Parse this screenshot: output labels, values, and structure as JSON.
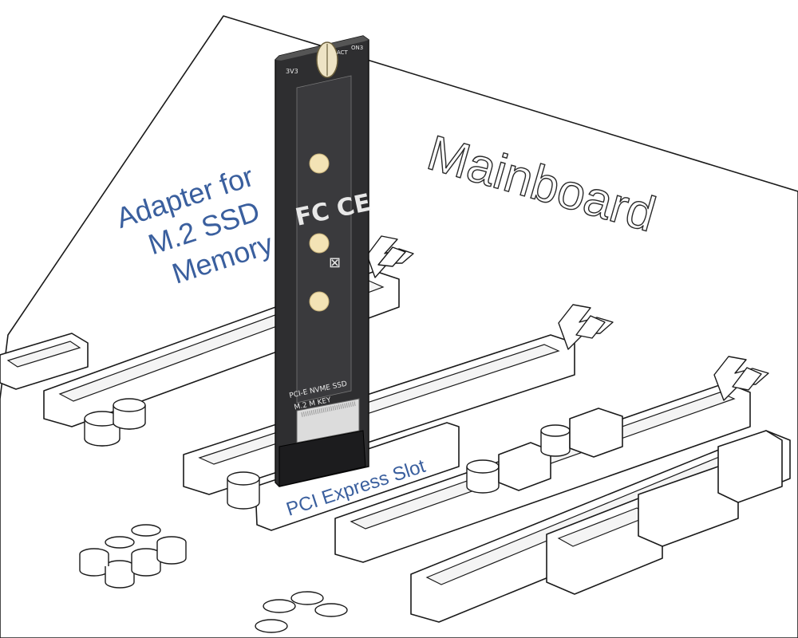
{
  "labels": {
    "board": "Mainboard",
    "adapter_line1": "Adapter for",
    "adapter_line2": "M.2 SSD",
    "adapter_line3": "Memory",
    "slot": "PCI Express Slot"
  },
  "pcb_markings": {
    "top_left": "3V3",
    "top_mid": "ACT",
    "top_right": "ON3",
    "logo": "FC CE",
    "product": "PCI-E NVME SSD",
    "key": "M.2 M KEY"
  },
  "colors": {
    "label_blue": "#3a5f9e",
    "pcb_dark": "#2e2e30",
    "pad_gold": "#f3e3b5"
  }
}
